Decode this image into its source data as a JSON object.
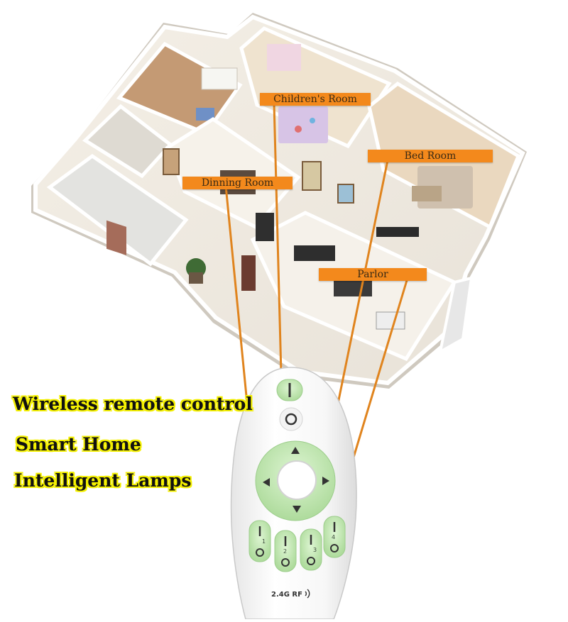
{
  "rooms": {
    "children": "Children's Room",
    "bed": "Bed Room",
    "dinning": "Dinning Room",
    "parlor": "Parlor"
  },
  "promo": {
    "line1": "Wireless remote control",
    "line2": "Smart Home",
    "line3": "Intelligent Lamps"
  },
  "remote": {
    "rf_label": "2.4G RF",
    "zone_buttons": [
      "1",
      "2",
      "3",
      "4"
    ]
  },
  "colors": {
    "label_orange": "#f3891c",
    "connector_orange": "#e0841e",
    "button_green": "#c8ebbd",
    "promo_highlight": "#f4f000"
  }
}
